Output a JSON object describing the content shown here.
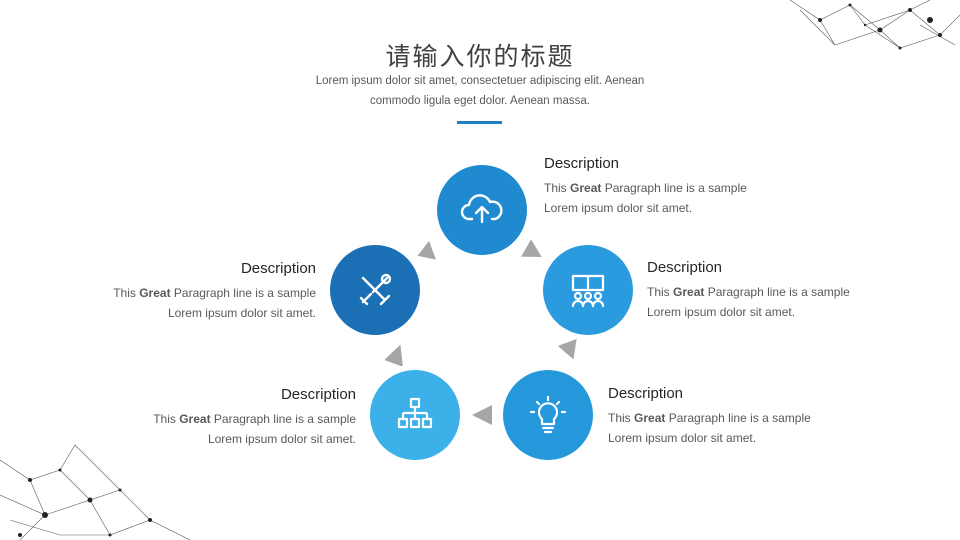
{
  "title": "请输入你的标题",
  "subtitle_lines": [
    "Lorem ipsum dolor sit amet, consectetuer adipiscing elit. Aenean",
    "commodo ligula eget dolor. Aenean massa."
  ],
  "colors": {
    "accent": "#1e7fc5",
    "circle_top": "#1f8ad0",
    "circle_left": "#1a6fb5",
    "circle_right": "#2b9be0",
    "circle_bottom_left": "#3cb0e8",
    "circle_bottom_right": "#2598dc",
    "arrow": "#a6a6a6"
  },
  "items": [
    {
      "icon": "cloud-upload-icon",
      "heading": "Description",
      "line1_pre": "This ",
      "line1_bold": "Great",
      "line1_post": " Paragraph line is a sample",
      "line2": "Lorem ipsum dolor sit amet."
    },
    {
      "icon": "tools-icon",
      "heading": "Description",
      "line1_pre": "This ",
      "line1_bold": "Great",
      "line1_post": " Paragraph line is a sample",
      "line2": "Lorem ipsum dolor sit amet."
    },
    {
      "icon": "team-icon",
      "heading": "Description",
      "line1_pre": "This ",
      "line1_bold": "Great",
      "line1_post": " Paragraph line is a sample",
      "line2": "Lorem ipsum dolor sit amet."
    },
    {
      "icon": "org-chart-icon",
      "heading": "Description",
      "line1_pre": "This ",
      "line1_bold": "Great",
      "line1_post": " Paragraph line is a sample",
      "line2": "Lorem ipsum dolor sit amet."
    },
    {
      "icon": "lightbulb-icon",
      "heading": "Description",
      "line1_pre": "This ",
      "line1_bold": "Great",
      "line1_post": " Paragraph line is a sample",
      "line2": "Lorem ipsum dolor sit amet."
    }
  ]
}
